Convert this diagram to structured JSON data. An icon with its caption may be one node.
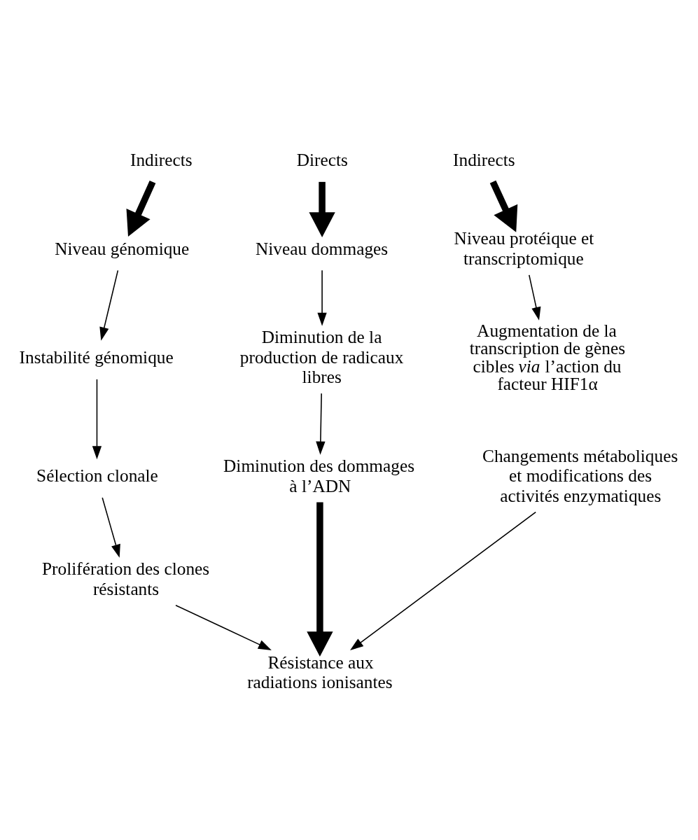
{
  "diagram": {
    "nodes": [
      {
        "text": [
          "Indirects"
        ]
      },
      {
        "text": [
          "Directs"
        ]
      },
      {
        "text": [
          "Indirects"
        ]
      },
      {
        "text": [
          "Niveau génomique"
        ]
      },
      {
        "text": [
          "Niveau dommages"
        ]
      },
      {
        "text": [
          "Niveau protéique et transcriptomique"
        ]
      },
      {
        "text": [
          "Instabilité génomique"
        ]
      },
      {
        "text": [
          "Diminution de la production de radicaux libres"
        ]
      },
      {
        "text": [
          "Augmentation de la transcription de gènes cibles *via* l’action du facteur HIF1α"
        ]
      },
      {
        "text": [
          "Sélection clonale"
        ]
      },
      {
        "text": [
          "Diminution des dommages à l’ADN"
        ]
      },
      {
        "text": [
          "Changements métaboliques et modifications des activités enzymatiques"
        ]
      },
      {
        "text": [
          "Prolifération des clones résistants"
        ]
      },
      {
        "text": [
          "Résistance aux radiations ionisantes"
        ]
      }
    ],
    "edges": [
      {
        "from": 0,
        "to": 3,
        "arrow": "to",
        "style": "thick"
      },
      {
        "from": 1,
        "to": 4,
        "arrow": "to",
        "style": "thick"
      },
      {
        "from": 2,
        "to": 5,
        "arrow": "to",
        "style": "thick"
      },
      {
        "from": 3,
        "to": 6,
        "arrow": "to"
      },
      {
        "from": 4,
        "to": 7,
        "arrow": "to"
      },
      {
        "from": 5,
        "to": 8,
        "arrow": "to"
      },
      {
        "from": 6,
        "to": 9,
        "arrow": "to"
      },
      {
        "from": 7,
        "to": 10,
        "arrow": "to"
      },
      {
        "from": 9,
        "to": 12,
        "arrow": "to"
      },
      {
        "from": 12,
        "to": 13,
        "arrow": "to"
      },
      {
        "from": 10,
        "to": 13,
        "arrow": "to",
        "style": "thick"
      },
      {
        "from": 11,
        "to": 13,
        "arrow": "to"
      }
    ]
  }
}
